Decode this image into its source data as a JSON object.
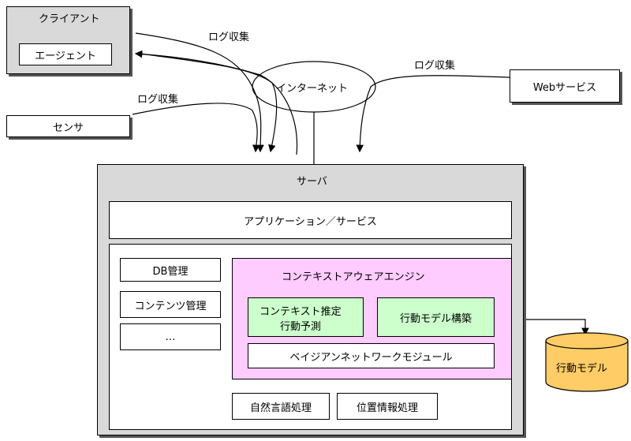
{
  "client": {
    "title": "クライアント",
    "agent": "エージェント"
  },
  "sensor": "センサ",
  "web_service": "Webサービス",
  "internet": "インターネット",
  "log_labels": [
    "ログ収集",
    "ログ収集",
    "ログ収集"
  ],
  "server": {
    "title": "サーバ",
    "app_service": "アプリケーション／サービス",
    "db": "DB管理",
    "contents": "コンテンツ管理",
    "more": "…",
    "engine": {
      "title": "コンテキストアウェアエンジン",
      "context_line1": "コンテキスト推定",
      "context_line2": "行動予測",
      "model_build": "行動モデル構築",
      "bayes": "ベイジアンネットワークモジュール"
    },
    "nlp": "自然言語処理",
    "location": "位置情報処理"
  },
  "behavior_model_db": "行動モデル",
  "colors": {
    "frame_gray": "#d9d9d9",
    "engine_pink": "#ffccff",
    "module_green": "#ccffcc",
    "db_orange": "#ffcc66"
  }
}
